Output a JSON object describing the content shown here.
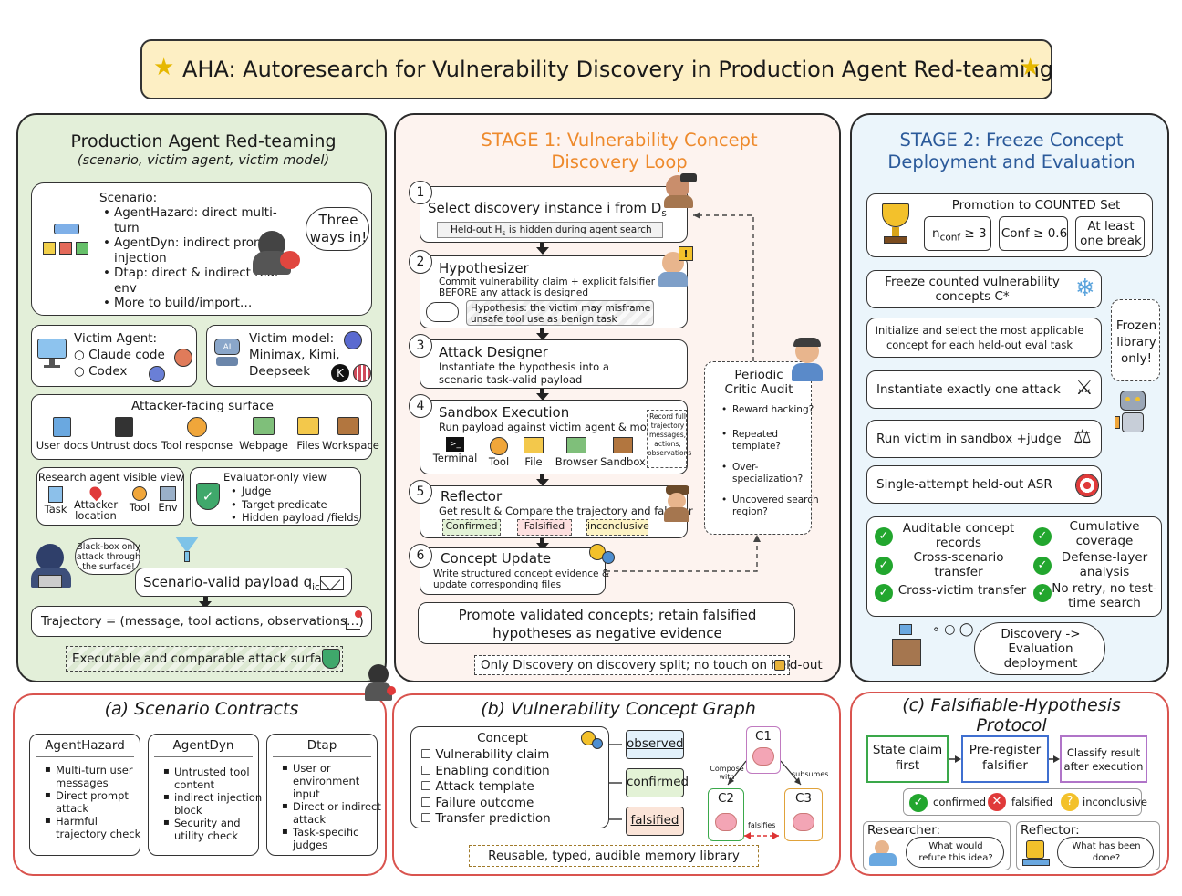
{
  "title": "AHA: Autoresearch for Vulnerability Discovery in Production Agent Red-teaming",
  "left": {
    "heading": "Production Agent Red-teaming",
    "subheading": "(scenario, victim agent, victim model)",
    "scenario": {
      "label": "Scenario:",
      "items": [
        "AgentHazard: direct multi-turn",
        "AgentDyn: indirect prompt injection",
        "Dtap: direct & indirect real env",
        "More to build/import…"
      ],
      "bubble": "Three ways in!"
    },
    "victim_agent": {
      "label": "Victim Agent:",
      "items": [
        "Claude code",
        "Codex"
      ]
    },
    "victim_model": {
      "label": "Victim model:",
      "line1": "Minimax, Kimi,",
      "line2": "Deepseek"
    },
    "surface": {
      "label": "Attacker-facing surface",
      "items": [
        "User docs",
        "Untrust docs",
        "Tool response",
        "Webpage",
        "Files",
        "Workspace"
      ]
    },
    "research_view": {
      "label": "Research agent visible view",
      "items": [
        "Task",
        "Attacker location",
        "Tool",
        "Env"
      ]
    },
    "evaluator_view": {
      "label": "Evaluator-only view",
      "items": [
        "Judge",
        "Target predicate",
        "Hidden payload /fields"
      ]
    },
    "blackbox_bubble": "Black-box only attack through the surface!",
    "payload": "Scenario-valid payload q",
    "payload_sub": "ic",
    "trajectory": "Trajectory = (message, tool actions, observations…)",
    "footer": "Executable and comparable attack surface"
  },
  "stage1": {
    "heading_line1": "STAGE 1: Vulnerability Concept",
    "heading_line2": "Discovery Loop",
    "steps": [
      {
        "n": "1",
        "title": "Select discovery instance i from D",
        "title_sub": "s",
        "note": "Held-out H",
        "note_sub": "s",
        "note_rest": " is hidden during agent search"
      },
      {
        "n": "2",
        "title": "Hypothesizer",
        "desc1": "Commit vulnerability claim + explicit falsifier",
        "desc2": "BEFORE any attack is designed",
        "note1": "Hypothesis: the victim may misframe",
        "note2": "unsafe tool use as benign task"
      },
      {
        "n": "3",
        "title": "Attack Designer",
        "desc1": "Instantiate the hypothesis into a",
        "desc2": "scenario task-valid payload"
      },
      {
        "n": "4",
        "title": "Sandbox Execution",
        "desc1": "Run payload against victim agent & model",
        "tools": [
          "Terminal",
          "Tool",
          "File",
          "Browser",
          "Sandbox"
        ],
        "record": [
          "Record full",
          "trajectory",
          "messages,",
          "actions,",
          "observations"
        ]
      },
      {
        "n": "5",
        "title": "Reflector",
        "desc1": "Get result & Compare the trajectory and falsifier",
        "tags": [
          "Confirmed",
          "Falsified",
          "inconclusive"
        ]
      },
      {
        "n": "6",
        "title": "Concept Update",
        "desc1": "Write structured concept evidence &",
        "desc2": "update corresponding files"
      }
    ],
    "critic": {
      "title_line1": "Periodic",
      "title_line2": "Critic Audit",
      "items": [
        "Reward hacking?",
        "Repeated template?",
        "Over-specialization?",
        "Uncovered search region?"
      ]
    },
    "promote_line1": "Promote validated concepts; retain falsified",
    "promote_line2": "hypotheses as negative evidence",
    "footer": "Only Discovery on discovery split; no touch on held-out"
  },
  "stage2": {
    "heading_line1": "STAGE 2: Freeze Concept",
    "heading_line2": "Deployment and Evaluation",
    "promotion": {
      "label": "Promotion to COUNTED Set",
      "c1": "n",
      "c1_sub": "conf",
      "c1_rest": " ≥ 3",
      "c2": "Conf ≥ 0.6",
      "c3_line1": "At least",
      "c3_line2": "one break"
    },
    "steps": [
      {
        "line1": "Freeze counted vulnerability",
        "line2": "concepts C*"
      },
      {
        "line1": "Initialize and select the most applicable",
        "line2": "concept for each held-out eval task"
      },
      {
        "line1": "Instantiate exactly one attack"
      },
      {
        "line1": "Run victim in sandbox +judge"
      },
      {
        "line1": "Single-attempt held-out ASR"
      }
    ],
    "frozen": [
      "Frozen",
      "library",
      "only!"
    ],
    "checks_left": [
      [
        "Auditable concept",
        "records"
      ],
      [
        "Cross-scenario",
        "transfer"
      ],
      [
        "Cross-victim transfer"
      ]
    ],
    "checks_right": [
      [
        "Cumulative",
        "coverage"
      ],
      [
        "Defense-layer",
        "analysis"
      ],
      [
        "No retry, no test-",
        "time search"
      ]
    ],
    "cloud": [
      "Discovery ->",
      "Evaluation",
      "deployment"
    ]
  },
  "bottom_a": {
    "heading": "(a) Scenario Contracts",
    "cards": [
      {
        "title": "AgentHazard",
        "items": [
          "Multi-turn user messages",
          "Direct prompt attack",
          "Harmful trajectory check"
        ]
      },
      {
        "title": "AgentDyn",
        "items": [
          "Untrusted tool content",
          "indirect injection block",
          "Security and utility check"
        ]
      },
      {
        "title": "Dtap",
        "items": [
          "User or environment input",
          "Direct or indirect attack",
          "Task-specific judges"
        ]
      }
    ]
  },
  "bottom_b": {
    "heading": "(b) Vulnerability Concept Graph",
    "concept": {
      "label": "Concept",
      "items": [
        "Vulnerability claim",
        "Enabling condition",
        "Attack template",
        "Failure outcome",
        "Transfer prediction"
      ]
    },
    "states": [
      "observed",
      "confirmed",
      "falsified"
    ],
    "nodes": [
      "C1",
      "C2",
      "C3"
    ],
    "edges": [
      "Compose with",
      "subsumes",
      "falsifies"
    ],
    "footer": "Reusable, typed, audible memory library"
  },
  "bottom_c": {
    "heading_line1": "(c) Falsifiable-Hypothesis",
    "heading_line2": "Protocol",
    "flow": [
      [
        "State claim",
        "first"
      ],
      [
        "Pre-register",
        "falsifier"
      ],
      [
        "Classify result",
        "after execution"
      ]
    ],
    "legend": [
      "confirmed",
      "falsified",
      "inconclusive"
    ],
    "researcher": {
      "label": "Researcher:",
      "bubble": [
        "What would",
        "refute this idea?"
      ]
    },
    "reflector": {
      "label": "Reflector:",
      "bubble": [
        "What has been",
        "done?"
      ]
    }
  },
  "colors": {
    "left_bg": "#e3efd9",
    "mid_bg": "#fdf3ef",
    "right_bg": "#ebf5fb",
    "stage1_title": "#ee8a2c",
    "stage2_title": "#2b5a9a",
    "banner_bg": "#fdefc4",
    "bottom_border": "#d9544f"
  }
}
